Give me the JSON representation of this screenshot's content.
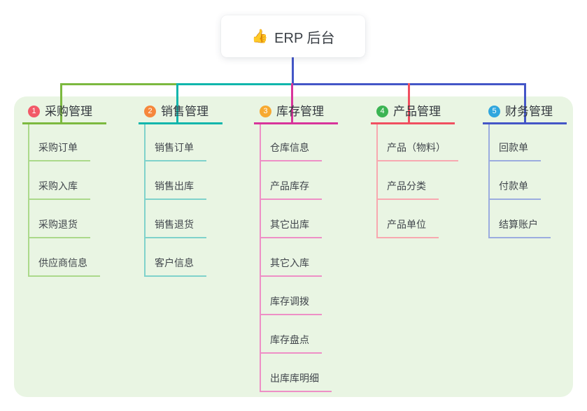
{
  "root": {
    "icon": "👍",
    "label": "ERP 后台"
  },
  "colors": {
    "stem": "#4456c7",
    "panel_bg": "#e9f5e3",
    "card_bg": "#ffffff",
    "text": "#3b4046"
  },
  "branches": [
    {
      "number": "1",
      "title": "采购管理",
      "badge_color": "#f25968",
      "line_color": "#7cb93f",
      "child_line_color": "#abd98a",
      "children": [
        "采购订单",
        "采购入库",
        "采购退货",
        "供应商信息"
      ]
    },
    {
      "number": "2",
      "title": "销售管理",
      "badge_color": "#f6873c",
      "line_color": "#10b6ac",
      "child_line_color": "#7fd2cb",
      "children": [
        "销售订单",
        "销售出库",
        "销售退货",
        "客户信息"
      ]
    },
    {
      "number": "3",
      "title": "库存管理",
      "badge_color": "#f7a930",
      "line_color": "#d8359b",
      "child_line_color": "#ee8fc6",
      "children": [
        "仓库信息",
        "产品库存",
        "其它出库",
        "其它入库",
        "库存调拨",
        "库存盘点",
        "出库库明细"
      ]
    },
    {
      "number": "4",
      "title": "产品管理",
      "badge_color": "#3bb453",
      "line_color": "#f04f60",
      "child_line_color": "#f8a8b0",
      "children": [
        "产品（物料）",
        "产品分类",
        "产品单位"
      ]
    },
    {
      "number": "5",
      "title": "财务管理",
      "badge_color": "#30a6de",
      "line_color": "#4456c7",
      "child_line_color": "#9bacdf",
      "children": [
        "回款单",
        "付款单",
        "结算账户"
      ]
    }
  ]
}
